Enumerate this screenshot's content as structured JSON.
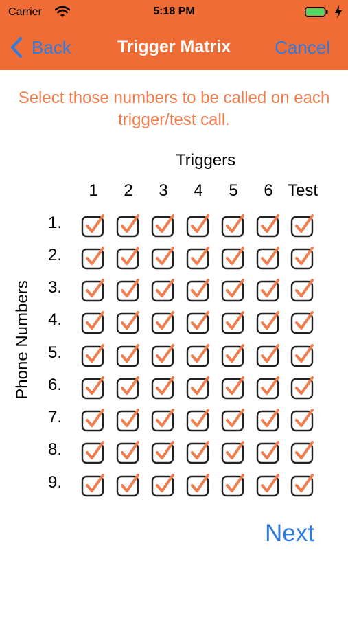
{
  "status_bar": {
    "carrier": "Carrier",
    "time": "5:18 PM"
  },
  "nav": {
    "back_label": "Back",
    "title": "Trigger Matrix",
    "cancel_label": "Cancel"
  },
  "instructions": "Select those numbers to be called on each trigger/test call.",
  "matrix": {
    "triggers_label": "Triggers",
    "phone_numbers_label": "Phone Numbers",
    "columns": [
      "1",
      "2",
      "3",
      "4",
      "5",
      "6",
      "Test"
    ],
    "rows": [
      "1.",
      "2.",
      "3.",
      "4.",
      "5.",
      "6.",
      "7.",
      "8.",
      "9."
    ],
    "checked": [
      [
        true,
        true,
        true,
        true,
        true,
        true,
        true
      ],
      [
        true,
        true,
        true,
        true,
        true,
        true,
        true
      ],
      [
        true,
        true,
        true,
        true,
        true,
        true,
        true
      ],
      [
        true,
        true,
        true,
        true,
        true,
        true,
        true
      ],
      [
        true,
        true,
        true,
        true,
        true,
        true,
        true
      ],
      [
        true,
        true,
        true,
        true,
        true,
        true,
        true
      ],
      [
        true,
        true,
        true,
        true,
        true,
        true,
        true
      ],
      [
        true,
        true,
        true,
        true,
        true,
        true,
        true
      ],
      [
        true,
        true,
        true,
        true,
        true,
        true,
        true
      ]
    ]
  },
  "next_label": "Next",
  "colors": {
    "accent": "#ef6c35",
    "link": "#2f7be0",
    "check": "#ef7d4e"
  }
}
